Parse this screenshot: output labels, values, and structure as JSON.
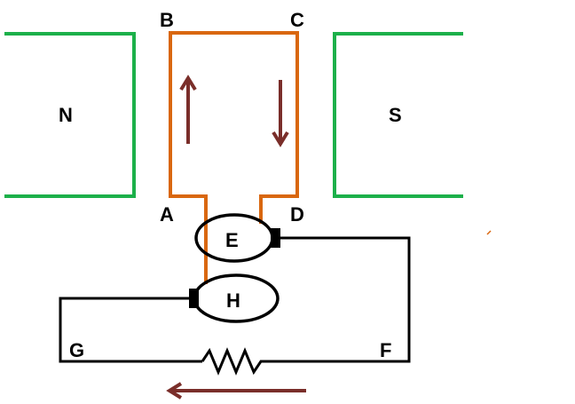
{
  "labels": {
    "north_pole": "N",
    "south_pole": "S",
    "corner_a": "A",
    "corner_b": "B",
    "corner_c": "C",
    "corner_d": "D",
    "ring_e": "E",
    "ring_h": "H",
    "point_f": "F",
    "point_g": "G"
  },
  "colors": {
    "magnet": "#1cb04a",
    "coil": "#d9670f",
    "arrow": "#7a2e2a",
    "circuit": "#000000"
  }
}
